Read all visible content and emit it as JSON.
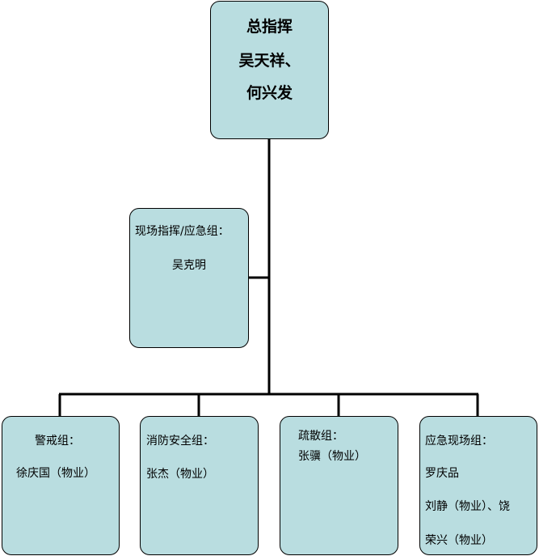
{
  "diagram": {
    "commander": {
      "title": "总指挥",
      "line2": "吴天祥、",
      "line3": "何兴发"
    },
    "onsite": {
      "title": "现场指挥/应急组：",
      "member": "吴克明"
    },
    "groups": {
      "alert": {
        "title": "警戒组：",
        "member": "徐庆国（物业）"
      },
      "fire": {
        "title": "消防安全组：",
        "member": "张杰（物业）"
      },
      "evac": {
        "title": "疏散组：",
        "member": "张骥（物业）"
      },
      "emergency": {
        "title": "应急现场组：",
        "line2": "罗庆品",
        "line3": "刘静（物业）、饶",
        "line4": "荣兴（物业）"
      }
    },
    "colors": {
      "node_fill": "#b9dde0",
      "border": "#000000",
      "background": "#ffffff"
    }
  }
}
